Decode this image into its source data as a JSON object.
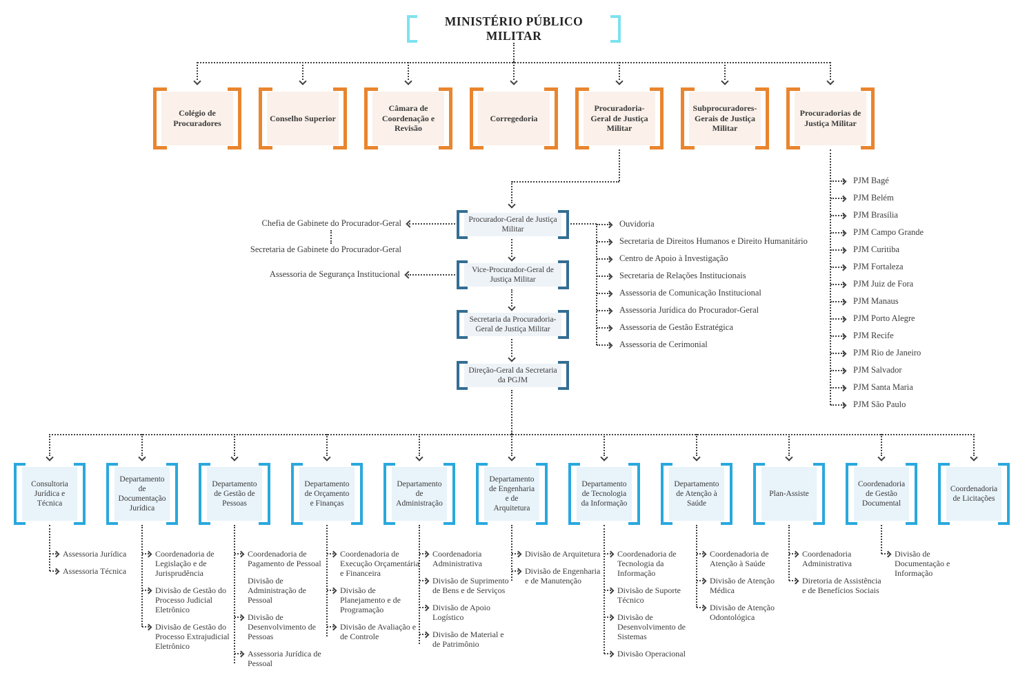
{
  "title": "MINISTÉRIO PÚBLICO MILITAR",
  "top_row": [
    "Colégio de Procuradores",
    "Conselho Superior",
    "Câmara de Coordenação e Revisão",
    "Corregedoria",
    "Procuradoria-Geral de Justiça Militar",
    "Subprocuradores-Gerais de Justiça Militar",
    "Procuradorias de Justiça Militar"
  ],
  "chain": [
    "Procurador-Geral de Justiça Militar",
    "Vice-Procurador-Geral de Justiça Militar",
    "Secretaria da Procuradoria-Geral de Justiça Militar",
    "Direção-Geral da Secretaria da PGJM"
  ],
  "left_branch": [
    "Chefia de Gabinete do Procurador-Geral",
    "Secretaria de Gabinete do Procurador-Geral",
    "Assessoria de Segurança Institucional"
  ],
  "pg_units": [
    "Ouvidoria",
    "Secretaria de Direitos Humanos e Direito Humanitário",
    "Centro de Apoio à Investigação",
    "Secretaria de Relações Institucionais",
    "Assessoria de Comunicação Institucional",
    "Assessoria Jurídica do Procurador-Geral",
    "Assessoria de Gestão Estratégica",
    "Assessoria de Cerimonial"
  ],
  "pjm": [
    "PJM Bagé",
    "PJM Belém",
    "PJM Brasília",
    "PJM Campo Grande",
    "PJM Curitiba",
    "PJM Fortaleza",
    "PJM Juiz de Fora",
    "PJM Manaus",
    "PJM Porto Alegre",
    "PJM Recife",
    "PJM Rio de Janeiro",
    "PJM Salvador",
    "PJM Santa Maria",
    "PJM São Paulo"
  ],
  "departments": [
    {
      "label": "Consultoria Jurídica e Técnica",
      "children": [
        "Assessoria Jurídica",
        "Assessoria Técnica"
      ]
    },
    {
      "label": "Departamento de Documentação Jurídica",
      "children": [
        "Coordenadoria de Legislação e de Jurisprudência",
        "Divisão de Gestão do Processo Judicial Eletrônico",
        "Divisão de Gestão do Processo Extrajudicial Eletrônico"
      ]
    },
    {
      "label": "Departamento de Gestão de Pessoas",
      "children": [
        "Coordenadoria de Pagamento de Pessoal",
        "Divisão de Administração de Pessoal",
        "Divisão de Desenvolvimento de Pessoas",
        "Assessoria Jurídica de Pessoal"
      ]
    },
    {
      "label": "Departamento de Orçamento e Finanças",
      "children": [
        "Coordenadoria de Execução Orçamentária e Financeira",
        "Divisão de Planejamento e de Programação",
        "Divisão de Avaliação e de Controle"
      ]
    },
    {
      "label": "Departamento de Administração",
      "children": [
        "Coordenadoria Administrativa",
        "Divisão de Suprimento de Bens e de Serviços",
        "Divisão de Apoio Logístico",
        "Divisão de Material e de Patrimônio"
      ]
    },
    {
      "label": "Departamento de Engenharia e de Arquitetura",
      "children": [
        "Divisão de Arquitetura",
        "Divisão de Engenharia e de Manutenção"
      ]
    },
    {
      "label": "Departamento de Tecnologia da Informação",
      "children": [
        "Coordenadoria de Tecnologia da Informação",
        "Divisão de Suporte Técnico",
        "Divisão de Desenvolvimento de Sistemas",
        "Divisão Operacional"
      ]
    },
    {
      "label": "Departamento de Atenção à Saúde",
      "children": [
        "Coordenadoria de Atenção à Saúde",
        "Divisão de Atenção Médica",
        "Divisão de Atenção Odontológica"
      ]
    },
    {
      "label": "Plan-Assiste",
      "children": [
        "Coordenadoria Administrativa",
        "Diretoria de Assistência e de Benefícios Sociais"
      ]
    },
    {
      "label": "Coordenadoria de Gestão Documental",
      "children": [
        "Divisão de Documentação e Informação"
      ]
    },
    {
      "label": "Coordenadoria de Licitações",
      "children": []
    }
  ],
  "colors": {
    "tier1_bracket": "#7de2ef",
    "tier2_bracket": "#e9852e",
    "tier2_fill": "#fbf1ea",
    "tier3_bracket": "#336e93",
    "tier3_fill": "#eef3f7",
    "tier4_bracket": "#29a8dd",
    "tier4_fill": "#e8f3fa",
    "connector": "#3f3f42"
  }
}
